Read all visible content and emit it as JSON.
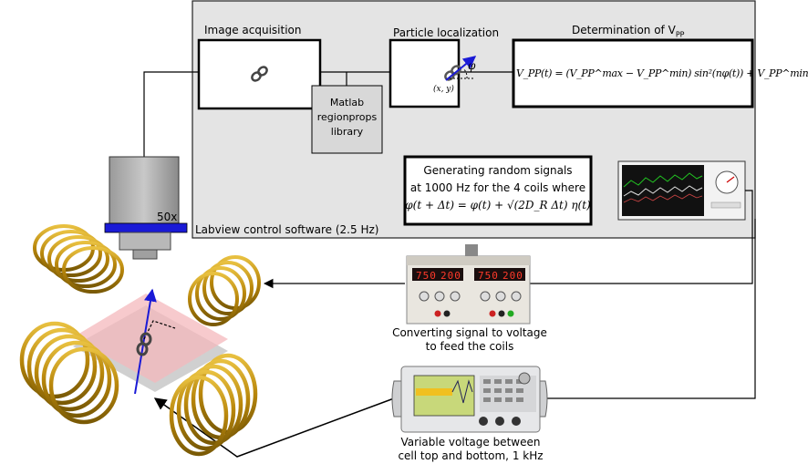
{
  "panel": {
    "label": "Labview control software (2.5 Hz)"
  },
  "boxes": {
    "image_acquisition": "Image acquisition",
    "particle_localization": "Particle localization",
    "determination": "Determination of V",
    "determination_sub": "PP",
    "matlab_line1": "Matlab",
    "matlab_line2": "regionprops",
    "matlab_line3": "library",
    "vpp_formula": "V_PP(t) = (V_PP^max − V_PP^min) sin²(nφ(t)) + V_PP^min",
    "random_line1": "Generating random signals",
    "random_line2": "at 1000 Hz for the 4 coils where",
    "random_formula": "φ(t + Δt) = φ(t) + √(2D_R Δt) η(t)"
  },
  "annotations": {
    "phi": "φ",
    "xy": "(x, y)",
    "objective_mag": "50x"
  },
  "captions": {
    "converter_line1": "Converting signal to voltage",
    "converter_line2": "to feed the coils",
    "generator_line1": "Variable voltage between",
    "generator_line2": "cell top and bottom, 1 kHz"
  },
  "psu_displays": [
    "750",
    "200",
    "750",
    "200"
  ],
  "colors": {
    "panel_fill": "#e4e4e4",
    "coil": "#c8960a",
    "objective_band": "#1a1ad6",
    "axis_arrow": "#1a1ad6",
    "chamber_pink": "#f4b8bc"
  }
}
